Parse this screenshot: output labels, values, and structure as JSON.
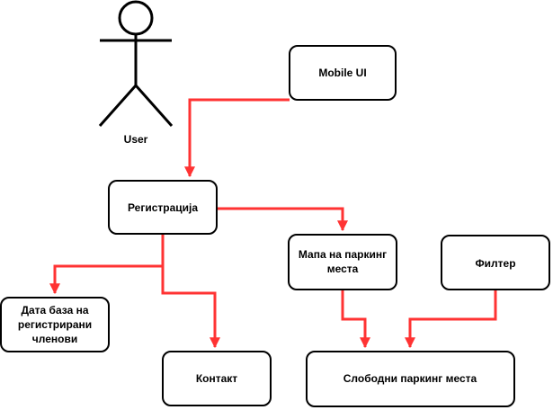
{
  "actor": {
    "label": "User"
  },
  "nodes": {
    "mobile_ui": {
      "lines": [
        "Mobile UI"
      ]
    },
    "registration": {
      "lines": [
        "Регистрација"
      ]
    },
    "parking_map": {
      "lines": [
        "Мапа на паркинг",
        "места"
      ]
    },
    "filter": {
      "lines": [
        "Филтер"
      ]
    },
    "members_db": {
      "lines": [
        "Дата база на",
        "регистрирани",
        "членови"
      ]
    },
    "contact": {
      "lines": [
        "Контакт"
      ]
    },
    "free_parking": {
      "lines": [
        "Слободни паркинг места"
      ]
    }
  },
  "colors": {
    "connector": "#ff3333",
    "stroke": "#000000",
    "background": "#ffffff"
  }
}
